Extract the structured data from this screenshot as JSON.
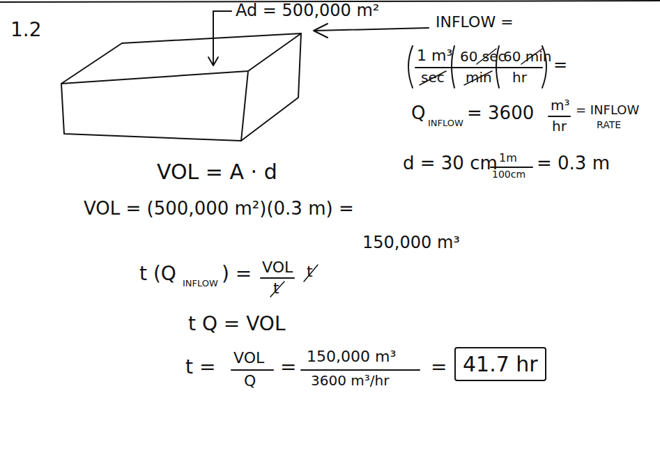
{
  "diagram": {
    "nodes": [
      {
        "text": [
          "41.7 hr"
        ]
      }
    ],
    "labels": [
      "1.2",
      "Ad = 500,000 m²",
      "INFLOW =",
      "1 m³",
      "sec",
      "60 sec",
      "min",
      "60 min",
      "hr",
      "=",
      "Q",
      "INFLOW",
      "= 3600",
      "m³",
      "hr",
      "= INFLOW",
      "RATE",
      "VOL = A · d",
      "d = 30 cm",
      "1m",
      "100cm",
      "= 0.3 m",
      "VOL = (500,000 m²)(0.3 m) =",
      "150,000 m³",
      "t (Q",
      "INFLOW",
      ") =",
      "VOL",
      "t",
      "t",
      "t Q = VOL",
      "t =",
      "VOL",
      "Q",
      "=",
      "150,000 m³",
      "3600 m³/hr",
      "="
    ]
  }
}
